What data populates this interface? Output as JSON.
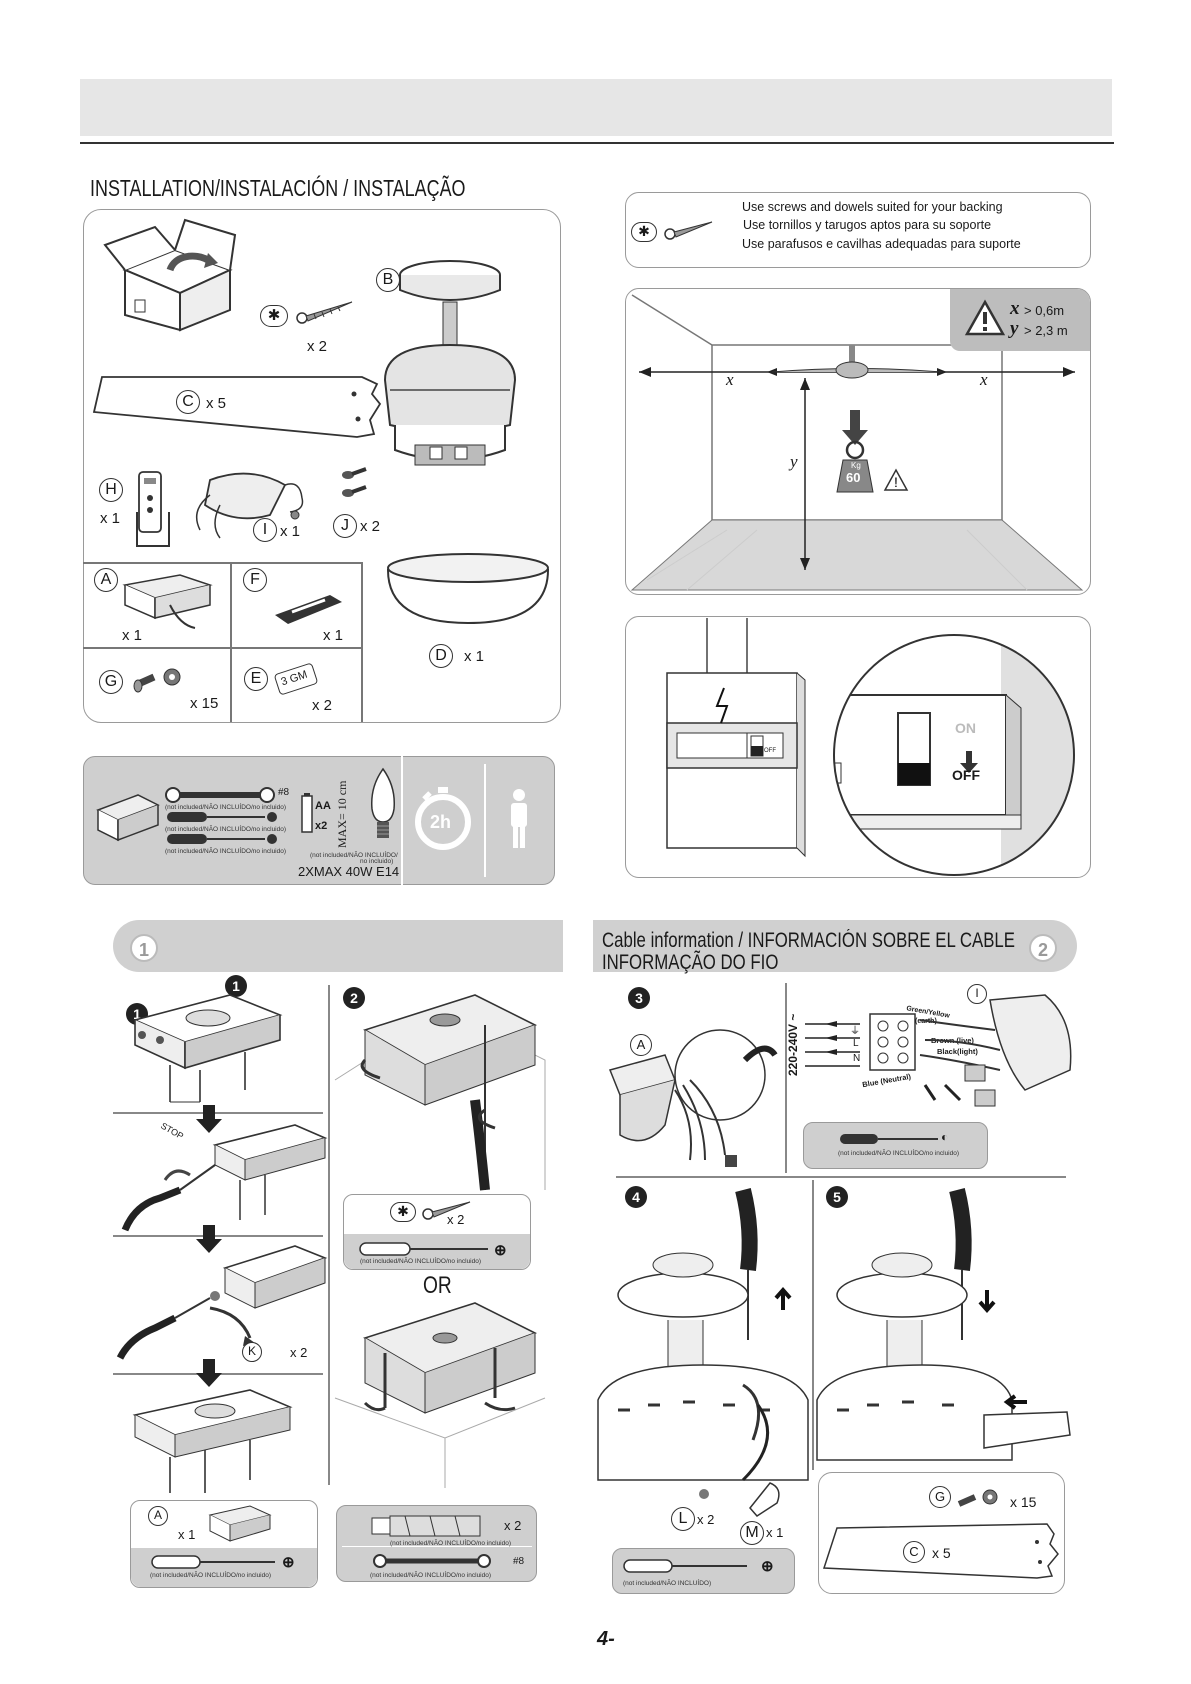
{
  "main_title": "INSTALLATION/INSTALACIÓN / INSTALAÇÃO",
  "parts": {
    "B": "B",
    "screw_qty": "x 2",
    "C": "C",
    "C_qty": "x 5",
    "H": "H",
    "H_qty": "x 1",
    "I": "I",
    "I_qty": "x 1",
    "J": "J",
    "J_qty": "x 2",
    "A": "A",
    "A_qty": "x 1",
    "F": "F",
    "F_qty": "x 1",
    "G": "G",
    "G_qty": "x 15",
    "E": "E",
    "E_qty": "x 2",
    "E_tag": "3 GM",
    "D": "D",
    "D_qty": "x 1"
  },
  "tools": {
    "not_included": "(not included/NÃO INCLUÍDO/no incluido)",
    "wrench_size": "#8",
    "battery": "AA",
    "battery_qty": "x2",
    "bulb_max": "MAX= 10 cm",
    "bulb_not_included_1": "(not included/NÃO INCLUÍDO/",
    "bulb_not_included_2": "no incluido)",
    "bulb_spec": "2XMAX 40W E14",
    "time": "2h"
  },
  "screws_note": {
    "line1": "Use screws and dowels suited for your backing",
    "line2": "Use tornillos y tarugos aptos para su soporte",
    "line3": "Use parafusos e cavilhas adequadas para suporte"
  },
  "clearance": {
    "x_label": "x",
    "y_label": "y",
    "x_rule": "> 0,6m",
    "y_rule": "> 2,3 m",
    "weight_unit": "Kg",
    "weight_value": "60"
  },
  "switch": {
    "small_off": "OFF",
    "on": "ON",
    "off": "OFF"
  },
  "step1": {
    "number": "1",
    "k_label": "K",
    "k_qty": "x 2",
    "stop": "STOP",
    "screw_qty": "x 2",
    "or": "OR",
    "a_label": "A",
    "a_qty": "x 1",
    "anchor_qty": "x 2",
    "wrench_size": "#8",
    "not_included": "(not included/NÃO INCLUÍDO/no incluido)"
  },
  "step2": {
    "title_line1": "Cable information / INFORMACIÓN SOBRE EL CABLE",
    "title_line2": "INFORMAÇÃO DO FIO",
    "number": "2",
    "voltage": "220-240V ~",
    "green": "Green/Yellow",
    "earth": "(earth)",
    "brown": "Brown (live)",
    "black": "Black(light)",
    "blue": "Blue (Neutral)",
    "term_earth": "⏚",
    "term_l": "L",
    "term_n": "N",
    "a_label": "A",
    "i_label": "I",
    "l_label": "L",
    "l_qty": "x 2",
    "m_label": "M",
    "m_qty": "x 1",
    "g_label": "G",
    "g_qty": "x 15",
    "c_label": "C",
    "c_qty": "x 5",
    "not_included": "(not included/NÃO INCLUÍDO/no incluido)",
    "not_included_short": "(not included/NÃO INCLUÍDO)"
  },
  "substeps": {
    "s1": "1",
    "s2": "2",
    "s3": "3",
    "s4": "4",
    "s5": "5"
  },
  "page_number": "4-"
}
